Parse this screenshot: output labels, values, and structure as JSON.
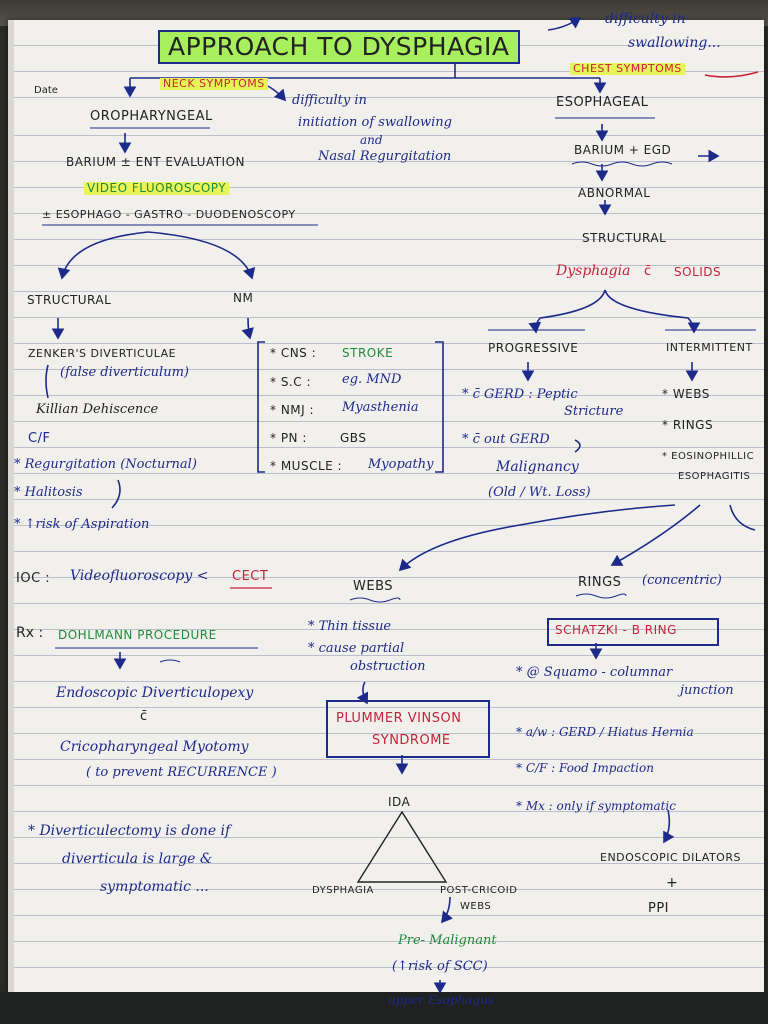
{
  "title": "APPROACH TO DYSPHAGIA",
  "title_note": [
    "difficulty in",
    "swallowing..."
  ],
  "date_label": "Date",
  "neck": {
    "symptoms_label": "NECK SYMPTOMS",
    "oropharyngeal": "OROPHARYNGEAL",
    "note": [
      "difficulty in",
      "initiation of swallowing",
      "and",
      "Nasal Regurgitation"
    ],
    "barium": "BARIUM ± ENT EVALUATION",
    "video": "VIDEO FLUOROSCOPY",
    "egd": "± ESOPHAGO - GASTRO - DUODENOSCOPY",
    "structural": "STRUCTURAL",
    "nm": "NM",
    "zenker": "ZENKER'S DIVERTICULAE",
    "false_div": "(false diverticulum)",
    "killian": "Killian Dehiscence",
    "cf": "C/F",
    "cf_items": [
      "* Regurgitation (Nocturnal)",
      "* Halitosis",
      "* ↑risk of Aspiration"
    ],
    "nm_items": [
      {
        "k": "* CNS :",
        "v": "STROKE"
      },
      {
        "k": "* S.C :",
        "v": "eg. MND"
      },
      {
        "k": "* NMJ :",
        "v": "Myasthenia"
      },
      {
        "k": "* PN :",
        "v": "GBS"
      },
      {
        "k": "* MUSCLE :",
        "v": "Myopathy"
      }
    ]
  },
  "chest": {
    "symptoms_label": "CHEST SYMPTOMS",
    "esophageal": "ESOPHAGEAL",
    "barium_egd": "BARIUM + EGD",
    "abnormal": "ABNORMAL",
    "structural": "STRUCTURAL",
    "solids_a": "Dysphagia",
    "solids_b": "c̄",
    "solids_c": "SOLIDS",
    "progressive": "PROGRESSIVE",
    "intermittent": "INTERMITTENT",
    "prog_items": [
      "* c̄ GERD : Peptic",
      "Stricture",
      "* c̄ out GERD",
      "Malignancy",
      "(Old / Wt. Loss)"
    ],
    "inter_items": [
      "* WEBS",
      "* RINGS",
      "* EOSINOPHILLIC",
      "ESOPHAGITIS"
    ]
  },
  "ioc": {
    "label": "IOC :",
    "text": "Videofluoroscopy <",
    "cect": "CECT"
  },
  "rx": {
    "label": "Rx :",
    "proc": "DOHLMANN PROCEDURE",
    "lines": [
      "Endoscopic Diverticulopexy",
      "c̄",
      "Cricopharyngeal Myotomy",
      "( to prevent RECURRENCE )"
    ],
    "note": [
      "* Diverticulectomy is done if",
      "diverticula is large &",
      "symptomatic ..."
    ]
  },
  "webs": {
    "title": "WEBS",
    "items": [
      "* Thin tissue",
      "* cause partial",
      "obstruction"
    ],
    "pvs": [
      "PLUMMER VINSON",
      "SYNDROME"
    ],
    "ida": "IDA",
    "dysphagia": "DYSPHAGIA",
    "postcricoid": [
      "POST-CRICOID",
      "WEBS"
    ],
    "premalignant": "Pre- Malignant",
    "scc": "(↑risk of SCC)",
    "upper": "upper Esophagus"
  },
  "rings": {
    "title": "RINGS",
    "concentric": "(concentric)",
    "schatzki": "SCHATZKI - B RING",
    "items": [
      "* @ Squamo - columnar",
      "junction",
      "* a/w : GERD / Hiatus Hernia",
      "* C/F : Food Impaction",
      "* Mx : only if symptomatic"
    ],
    "dilators": "ENDOSCOPIC DILATORS",
    "plus": "+",
    "ppi": "PPI"
  },
  "colors": {
    "ink": "#1d2a8a",
    "red": "#c8213a",
    "green": "#1f8a3a",
    "highlight": "#e8f55a",
    "title_box": "#a8ef5e"
  }
}
